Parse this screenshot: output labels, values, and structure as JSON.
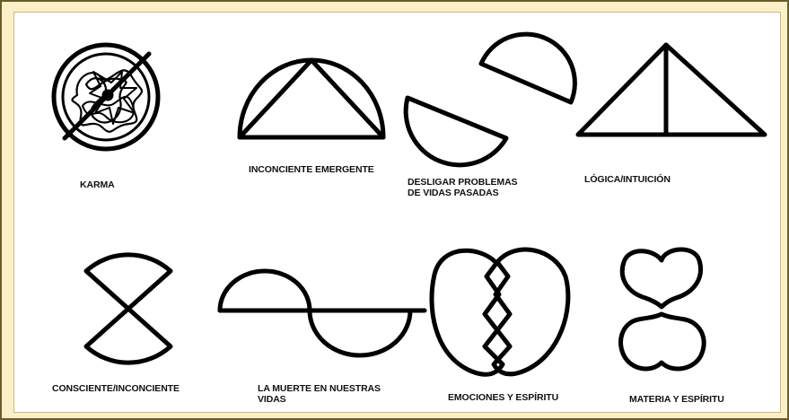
{
  "symbols": [
    {
      "id": "karma",
      "label": "KARMA"
    },
    {
      "id": "inconciente-emergente",
      "label": "INCONCIENTE EMERGENTE"
    },
    {
      "id": "desligar-problemas",
      "label": "DESLIGAR PROBLEMAS\nDE VIDAS PASADAS"
    },
    {
      "id": "logica-intuicion",
      "label": "LÓGICA/INTUICIÓN"
    },
    {
      "id": "consciente-inconciente",
      "label": "CONSCIENTE/INCONCIENTE"
    },
    {
      "id": "la-muerte",
      "label": "LA MUERTE EN NUESTRAS\nVIDAS"
    },
    {
      "id": "emociones-espiritu",
      "label": "EMOCIONES Y ESPÍRITU"
    },
    {
      "id": "materia-espiritu",
      "label": "MATERIA Y ESPÍRITU"
    }
  ]
}
